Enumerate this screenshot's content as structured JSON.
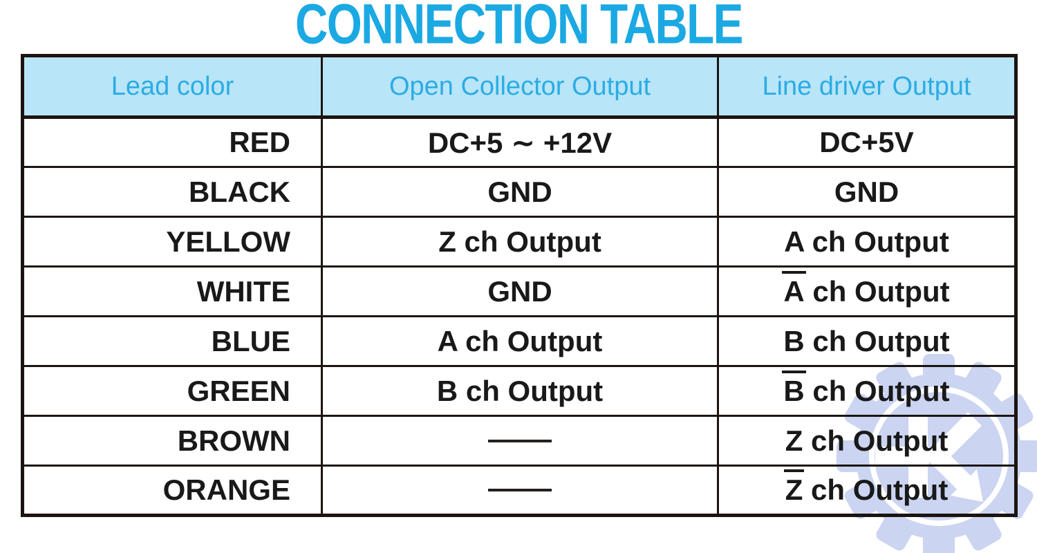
{
  "title": "CONNECTION TABLE",
  "colors": {
    "title_cyan": "#1BA9E3",
    "header_background": "#B9E5F8",
    "header_text": "#2BACE4",
    "lead_color_text": "#29ACE4",
    "cell_text": "#191919",
    "table_border": "#1B1410",
    "watermark_blue": "#CBD4F1"
  },
  "table": {
    "columns": [
      {
        "label": "Lead color"
      },
      {
        "label": "Open Collector Output"
      },
      {
        "label": "Line driver Output"
      }
    ],
    "rows": [
      {
        "lead": "RED",
        "open_collector": {
          "text": "DC+5 ∼ +12V"
        },
        "line_driver": {
          "text": "DC+5V"
        }
      },
      {
        "lead": "BLACK",
        "open_collector": {
          "text": "GND"
        },
        "line_driver": {
          "text": "GND"
        }
      },
      {
        "lead": "YELLOW",
        "open_collector": {
          "text": "Z ch Output"
        },
        "line_driver": {
          "text": "A ch Output"
        }
      },
      {
        "lead": "WHITE",
        "open_collector": {
          "text": "GND"
        },
        "line_driver": {
          "overline": "A",
          "text": " ch Output"
        }
      },
      {
        "lead": "BLUE",
        "open_collector": {
          "text": "A ch Output"
        },
        "line_driver": {
          "text": "B ch Output"
        }
      },
      {
        "lead": "GREEN",
        "open_collector": {
          "text": "B ch Output"
        },
        "line_driver": {
          "overline": "B",
          "text": " ch Output"
        }
      },
      {
        "lead": "BROWN",
        "open_collector": {
          "dash": true
        },
        "line_driver": {
          "text": "Z ch Output"
        }
      },
      {
        "lead": "ORANGE",
        "open_collector": {
          "dash": true
        },
        "line_driver": {
          "overline": "Z",
          "text": " ch Output"
        }
      }
    ]
  }
}
